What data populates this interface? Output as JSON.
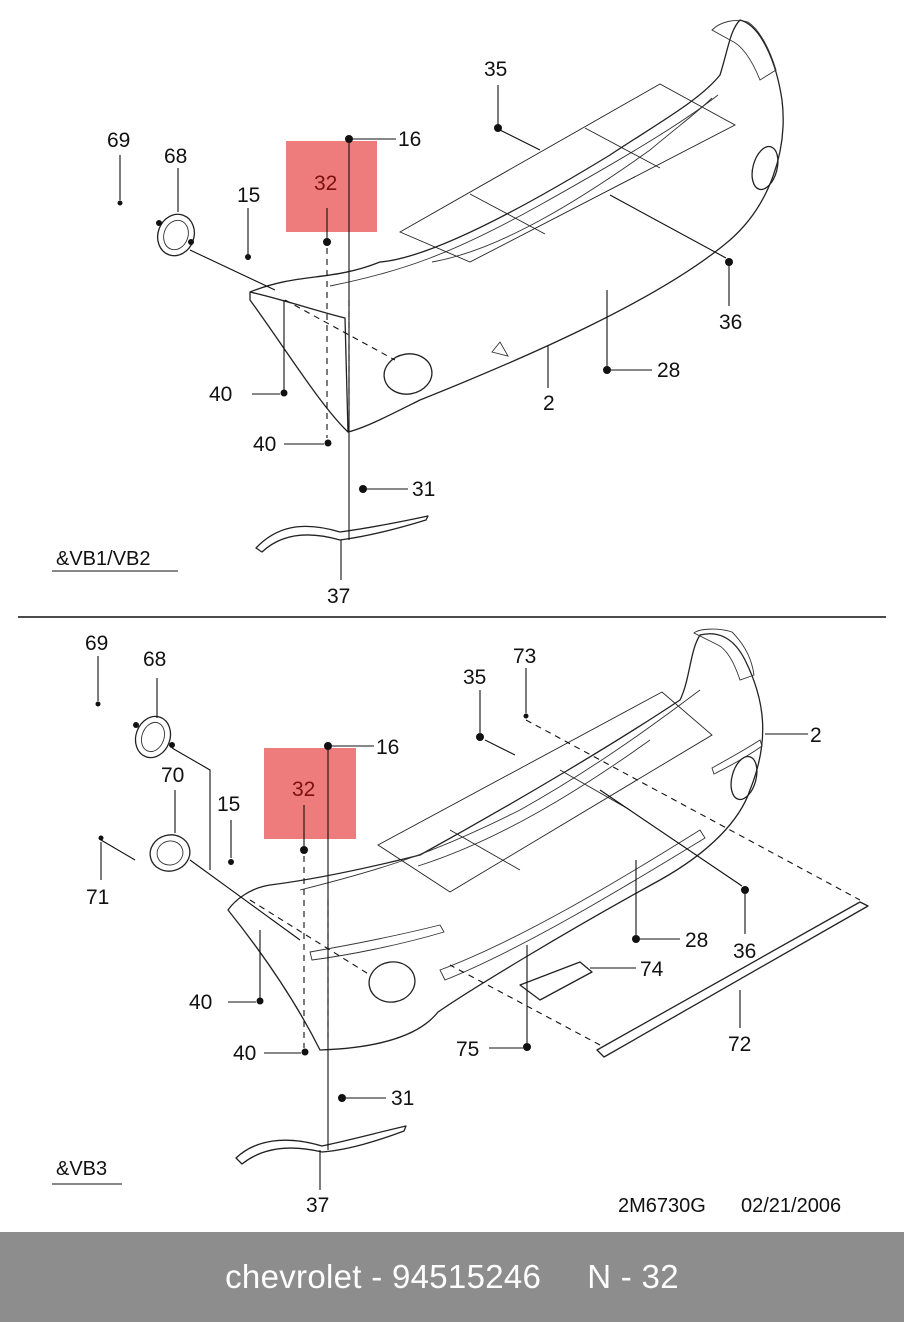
{
  "highlight_color": "#e84a4a",
  "footer_bg": "#8d8d8d",
  "top_view": {
    "variant": "&VB1/VB2",
    "callouts": {
      "c69": "69",
      "c68": "68",
      "c15": "15",
      "c32": "32",
      "c16": "16",
      "c35": "35",
      "c36": "36",
      "c28": "28",
      "c2": "2",
      "c40a": "40",
      "c40b": "40",
      "c31": "31",
      "c37": "37"
    }
  },
  "bottom_view": {
    "variant": "&VB3",
    "callouts": {
      "c69": "69",
      "c68": "68",
      "c70": "70",
      "c71": "71",
      "c15": "15",
      "c32": "32",
      "c16": "16",
      "c35": "35",
      "c73": "73",
      "c2": "2",
      "c36": "36",
      "c28": "28",
      "c74": "74",
      "c40a": "40",
      "c40b": "40",
      "c75": "75",
      "c72": "72",
      "c31": "31",
      "c37": "37"
    }
  },
  "drawing_code": "2M6730G",
  "drawing_date": "02/21/2006",
  "footer": {
    "brand": "chevrolet",
    "separator": "-",
    "part_number": "94515246",
    "ref": "N - 32"
  }
}
